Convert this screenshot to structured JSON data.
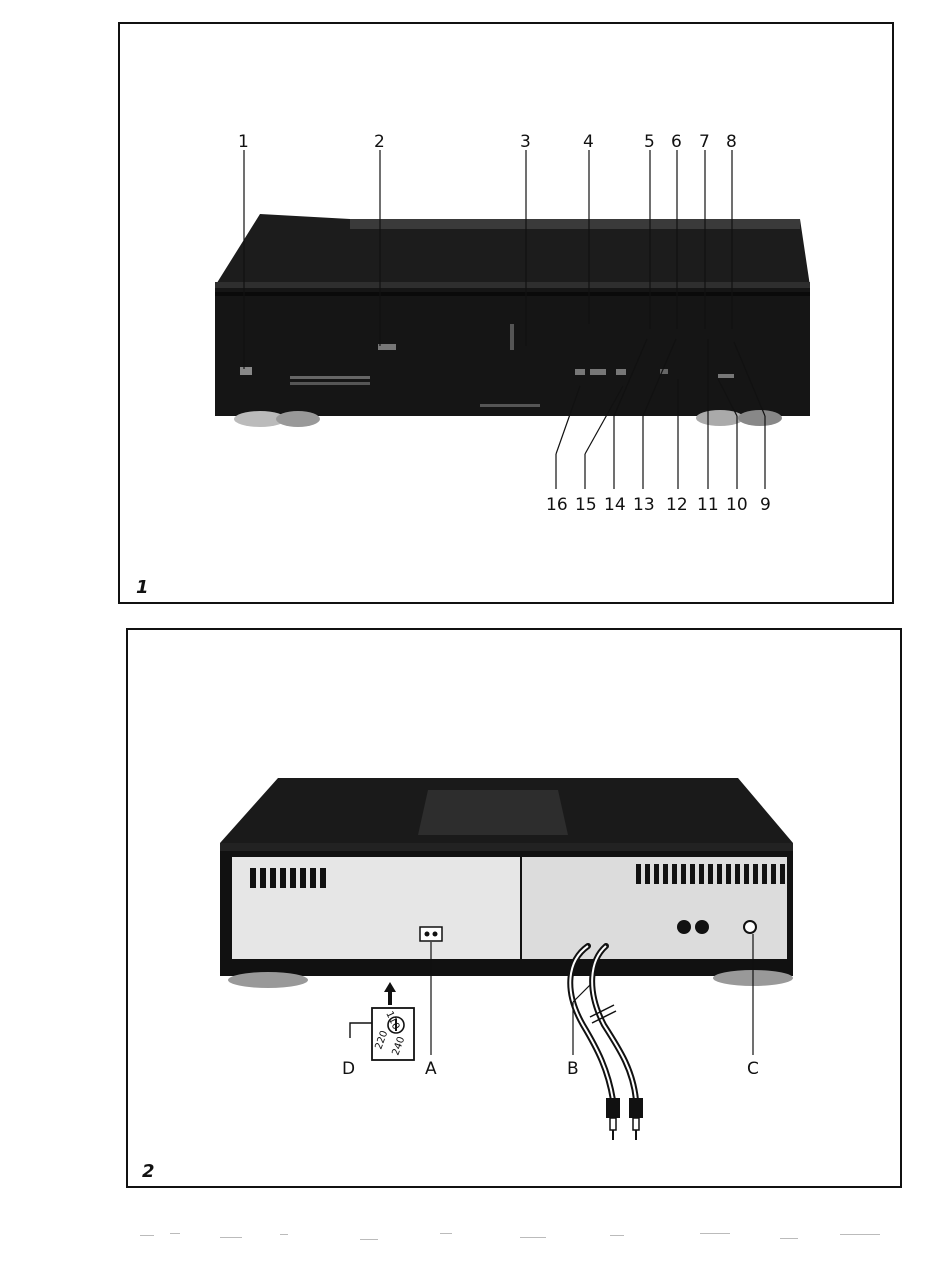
{
  "figure1": {
    "number": "1",
    "top_callouts": [
      "1",
      "2",
      "3",
      "4",
      "5",
      "6",
      "7",
      "8"
    ],
    "bottom_callouts": [
      "16",
      "15",
      "14",
      "13",
      "12",
      "11",
      "10",
      "9"
    ]
  },
  "figure2": {
    "number": "2",
    "callouts": [
      "D",
      "A",
      "B",
      "C"
    ],
    "voltage_labels": [
      "110",
      "220",
      "240"
    ]
  },
  "colors": {
    "ink": "#111111",
    "device_dark": "#1a1a1a",
    "panel_grey": "#d9d9d9"
  }
}
